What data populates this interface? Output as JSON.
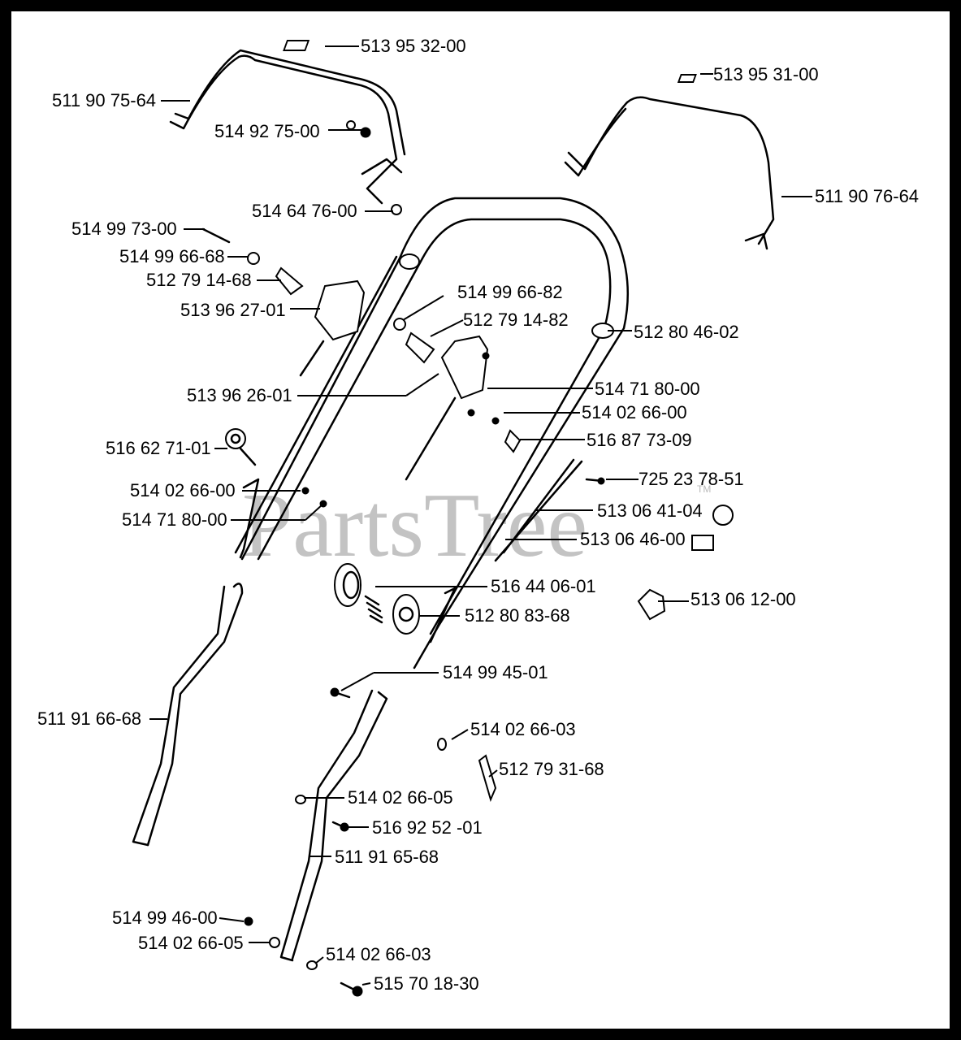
{
  "watermark": {
    "text": "PartsTree",
    "tm": "TM"
  },
  "parts": [
    {
      "id": "p1",
      "number": "513 95 32-00"
    },
    {
      "id": "p2",
      "number": "511 90 75-64"
    },
    {
      "id": "p3",
      "number": "514 92 75-00"
    },
    {
      "id": "p4",
      "number": "514 64 76-00"
    },
    {
      "id": "p5",
      "number": "514 99 73-00"
    },
    {
      "id": "p6",
      "number": "514 99 66-68"
    },
    {
      "id": "p7",
      "number": "512 79 14-68"
    },
    {
      "id": "p8",
      "number": "513 96 27-01"
    },
    {
      "id": "p9",
      "number": "513 95 31-00"
    },
    {
      "id": "p10",
      "number": "511 90 76-64"
    },
    {
      "id": "p11",
      "number": "514 99 66-82"
    },
    {
      "id": "p12",
      "number": "512 79 14-82"
    },
    {
      "id": "p13",
      "number": "512 80 46-02"
    },
    {
      "id": "p14",
      "number": "513 96 26-01"
    },
    {
      "id": "p15",
      "number": "514 71 80-00"
    },
    {
      "id": "p16",
      "number": "514 02 66-00"
    },
    {
      "id": "p17",
      "number": "516 87 73-09"
    },
    {
      "id": "p18",
      "number": "516 62 71-01"
    },
    {
      "id": "p19",
      "number": "725 23 78-51"
    },
    {
      "id": "p20",
      "number": "514 02 66-00"
    },
    {
      "id": "p21",
      "number": "513 06 41-04"
    },
    {
      "id": "p22",
      "number": "514 71 80-00"
    },
    {
      "id": "p23",
      "number": "513 06 46-00"
    },
    {
      "id": "p24",
      "number": "516 44 06-01"
    },
    {
      "id": "p25",
      "number": "513 06 12-00"
    },
    {
      "id": "p26",
      "number": "512 80 83-68"
    },
    {
      "id": "p27",
      "number": "514 99 45-01"
    },
    {
      "id": "p28",
      "number": "511 91 66-68"
    },
    {
      "id": "p29",
      "number": "514 02 66-03"
    },
    {
      "id": "p30",
      "number": "512 79 31-68"
    },
    {
      "id": "p31",
      "number": "514 02 66-05"
    },
    {
      "id": "p32",
      "number": "516 92 52 -01"
    },
    {
      "id": "p33",
      "number": "511 91 65-68"
    },
    {
      "id": "p34",
      "number": "514 99 46-00"
    },
    {
      "id": "p35",
      "number": "514 02 66-05"
    },
    {
      "id": "p36",
      "number": "514 02 66-03"
    },
    {
      "id": "p37",
      "number": "515 70 18-30"
    }
  ]
}
